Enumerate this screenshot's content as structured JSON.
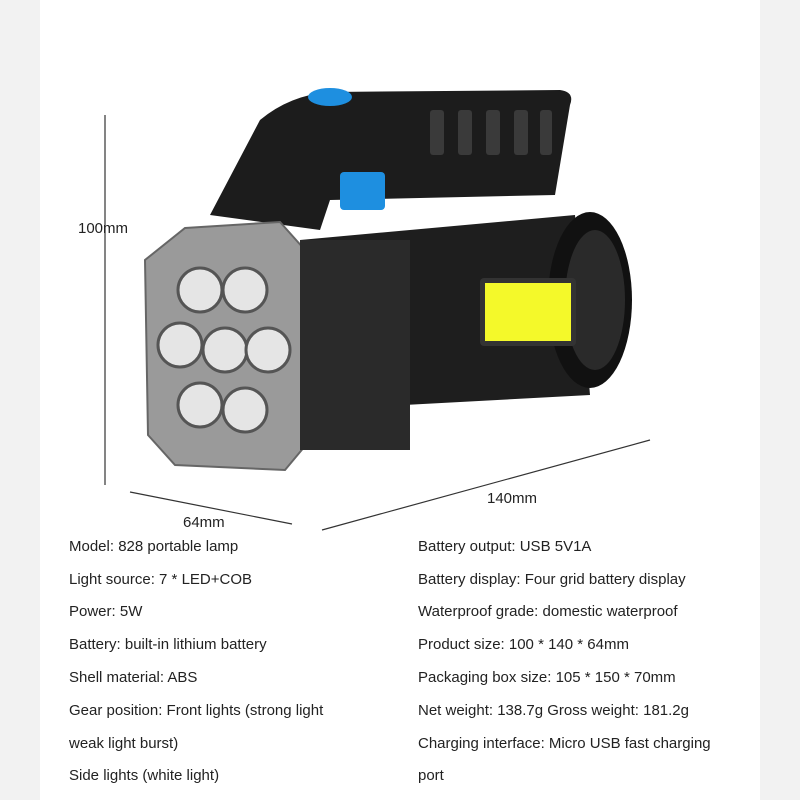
{
  "dimensions": {
    "height": "100mm",
    "width": "64mm",
    "length": "140mm"
  },
  "colors": {
    "accent_blue": "#1e8fe0",
    "cob_yellow": "#f4f92a",
    "body": "#1c1c1c",
    "head": "#9a9a9a"
  },
  "specs_left": [
    "Model: 828 portable lamp",
    "Light source: 7 * LED+COB",
    "Power: 5W",
    "Battery: built-in lithium battery",
    "Shell material: ABS",
    "Gear position: Front lights (strong light",
    "weak light burst)",
    "Side lights (white light)"
  ],
  "specs_right": [
    "Battery output: USB 5V1A",
    "Battery display: Four grid battery display",
    "Waterproof grade: domestic waterproof",
    "Product size: 100 * 140 * 64mm",
    "Packaging box size: 105 * 150 * 70mm",
    "Net weight: 138.7g Gross weight: 181.2g",
    "Charging interface: Micro USB fast charging",
    "port"
  ]
}
